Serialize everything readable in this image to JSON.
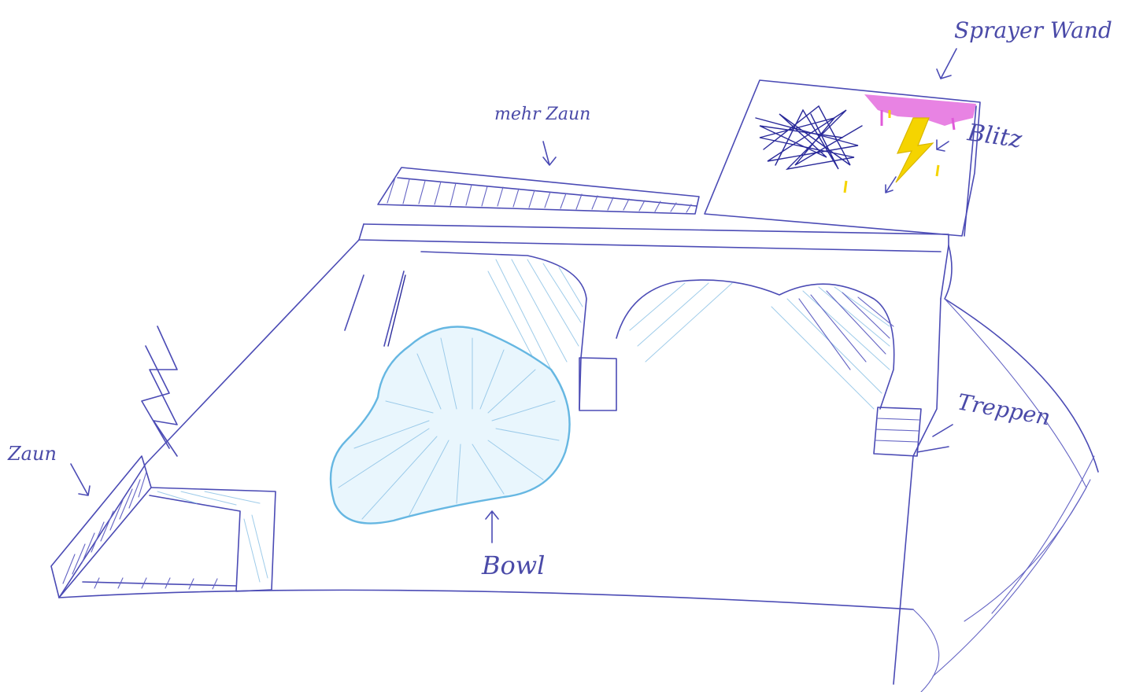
{
  "labels": {
    "sprayer_wand": "Sprayer Wand",
    "mehr_zaun": "mehr Zaun",
    "blitz": "Blitz",
    "zaun": "Zaun",
    "treppen": "Treppen",
    "bowl": "Bowl"
  },
  "colors": {
    "ink": "#4b4bb5",
    "bowl": "#66b7e2",
    "spray": "#e05ad9",
    "lightning": "#f5d400",
    "paper": "#ffffff"
  }
}
